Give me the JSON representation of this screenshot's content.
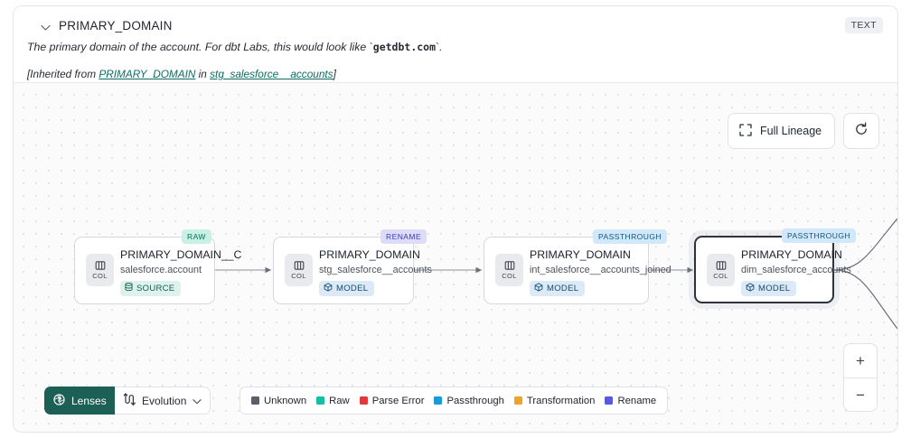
{
  "header": {
    "collapse_icon": "chevron-down-icon",
    "title": "PRIMARY_DOMAIN",
    "type_badge": "TEXT",
    "description_prefix": "The primary domain of the account. For dbt Labs, this would look like ",
    "description_code": "getdbt.com",
    "description_suffix": ".",
    "inherited_prefix": "[Inherited from ",
    "inherited_link": "PRIMARY_DOMAIN",
    "inherited_mid": " in ",
    "inherited_source_link": "stg_salesforce__accounts",
    "inherited_suffix": "]"
  },
  "controls": {
    "full_lineage_label": "Full Lineage",
    "full_lineage_icon": "expand-icon",
    "refresh_icon": "refresh-icon",
    "zoom_in_label": "+",
    "zoom_out_label": "−"
  },
  "graph": {
    "nodes": [
      {
        "tag": "RAW",
        "tag_style": "raw",
        "icon_label": "COL",
        "title": "PRIMARY_DOMAIN__C",
        "subtitle": "salesforce.account",
        "kind": "SOURCE",
        "kind_style": "source",
        "kind_icon": "database-icon",
        "selected": false
      },
      {
        "tag": "RENAME",
        "tag_style": "rename",
        "icon_label": "COL",
        "title": "PRIMARY_DOMAIN",
        "subtitle": "stg_salesforce__accounts",
        "kind": "MODEL",
        "kind_style": "model",
        "kind_icon": "cube-icon",
        "selected": false
      },
      {
        "tag": "PASSTHROUGH",
        "tag_style": "passthrough",
        "icon_label": "COL",
        "title": "PRIMARY_DOMAIN",
        "subtitle": "int_salesforce__accounts_joined",
        "kind": "MODEL",
        "kind_style": "model",
        "kind_icon": "cube-icon",
        "selected": false
      },
      {
        "tag": "PASSTHROUGH",
        "tag_style": "passthrough",
        "icon_label": "COL",
        "title": "PRIMARY_DOMAIN",
        "subtitle": "dim_salesforce_accounts",
        "kind": "MODEL",
        "kind_style": "model",
        "kind_icon": "cube-icon",
        "selected": true
      }
    ]
  },
  "toolbar": {
    "lenses_label": "Lenses",
    "lenses_icon": "aperture-icon",
    "evolution_label": "Evolution",
    "evolution_icon": "evolution-icon",
    "evolution_chevron": "chevron-down-icon",
    "legend": [
      {
        "label": "Unknown",
        "color": "#5a6069"
      },
      {
        "label": "Raw",
        "color": "#16bfa0"
      },
      {
        "label": "Parse Error",
        "color": "#e0393e"
      },
      {
        "label": "Passthrough",
        "color": "#1a9ad8"
      },
      {
        "label": "Transformation",
        "color": "#f0a32a"
      },
      {
        "label": "Rename",
        "color": "#5a57e8"
      }
    ]
  }
}
